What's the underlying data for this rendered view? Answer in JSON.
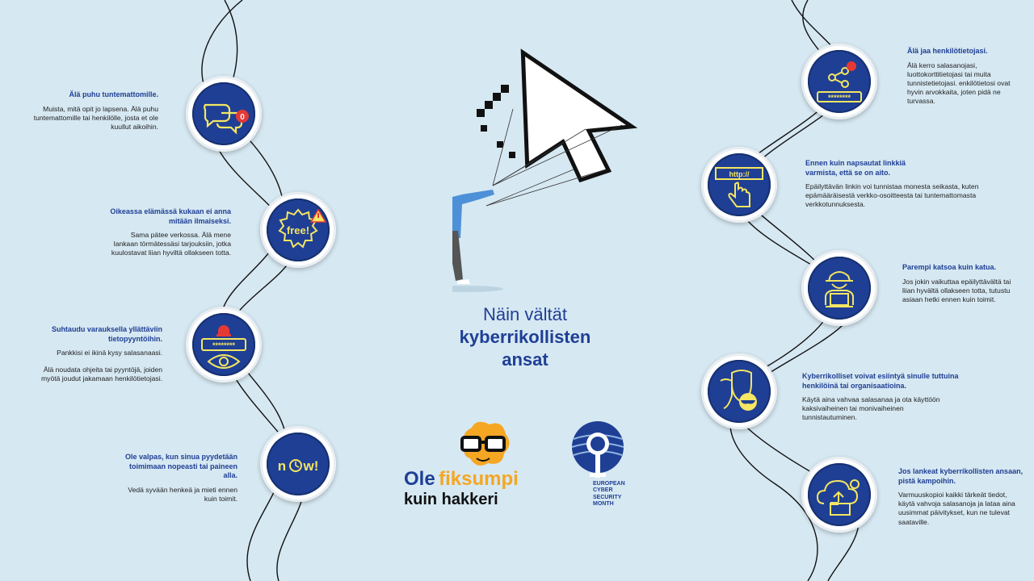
{
  "title": {
    "line1": "Näin vältät",
    "line2": "kyberrikollisten",
    "line3": "ansat"
  },
  "logo": {
    "word_ole": "Ole",
    "word_fiksumpi": "fiksumpi",
    "word_kuin": "kuin hakkeri",
    "ecsm_lines": [
      "EUROPEAN",
      "CYBER",
      "SECURITY",
      "MONTH"
    ]
  },
  "tips_left": [
    {
      "heading": "Älä puhu tuntemattomille.",
      "body": "Muista, mitä opit jo lapsena. Älä puhu tuntemattomille tai henkilölle, josta et ole kuullut aikoihin."
    },
    {
      "heading": "Oikeassa elämässä kukaan ei anna mitään ilmaiseksi.",
      "body": "Sama pätee verkossa. Älä mene lankaan törmätessäsi tarjouksiin, jotka kuulostavat liian hyviltä ollakseen totta."
    },
    {
      "heading": "Suhtaudu varauksella yllättäviin tietopyyntöihin.",
      "body": "Pankkisi ei ikinä kysy salasanaasi.",
      "body2": "Älä noudata ohjeita tai pyyntöjä, joiden myötä joudut jakamaan henkilötietojasi."
    },
    {
      "heading": "Ole valpas, kun sinua pyydetään toimimaan nopeasti tai paineen alla.",
      "body": "Vedä syvään henkeä ja mieti ennen kuin toimit."
    }
  ],
  "tips_right": [
    {
      "heading": "Älä jaa henkilötietojasi.",
      "body": "Älä kerro salasanojasi, luottokorttitietojasi tai muita tunnistetietojasi. enkilötietosi ovat hyvin arvokkaita, joten pidä ne turvassa."
    },
    {
      "heading": "Ennen kuin napsautat linkkiä varmista, että se on aito.",
      "body": "Epäilyttävän linkin voi tunnistaa monesta seikasta, kuten epämääräisestä verkko-osoitteesta tai tuntemattomasta verkkotunnuksesta."
    },
    {
      "heading": "Parempi katsoa kuin katua.",
      "body": "Jos jokin vaikuttaa epäilyttävältä tai liian hyvältä ollakseen totta, tutustu asiaan hetki ennen kuin toimit."
    },
    {
      "heading": "Kyberrikolliset voivat esiintyä sinulle tuttuina henkilöinä tai organisaatioina.",
      "body": "Käytä aina vahvaa salasanaa ja ota käyttöön kaksivaiheinen tai monivaiheinen tunnistautuminen."
    },
    {
      "heading": "Jos lankeat kyberrikollisten ansaan, pistä kampoihin.",
      "body": "Varmuuskopioi kaikki tärkeät tiedot, käytä vahvoja salasanoja ja lataa aina uusimmat päivitykset, kun ne tulevat saataville."
    }
  ],
  "icon_text": {
    "chat_badge": "0",
    "free": "free!",
    "stars": "********",
    "http": "http://",
    "now_n": "n",
    "now_w": "w!"
  },
  "colors": {
    "navy": "#1f3f95",
    "yellow": "#f5e663",
    "background": "#d6e8f2",
    "orange": "#f5a623"
  },
  "icons": [
    "chat-bubbles-icon",
    "free-burst-icon",
    "password-eye-icon",
    "now-clock-icon",
    "share-password-icon",
    "http-click-icon",
    "hacker-laptop-icon",
    "mask-shield-icon",
    "cloud-backup-icon",
    "cursor-kite-icon",
    "person-icon",
    "nerd-glasses-icon"
  ]
}
